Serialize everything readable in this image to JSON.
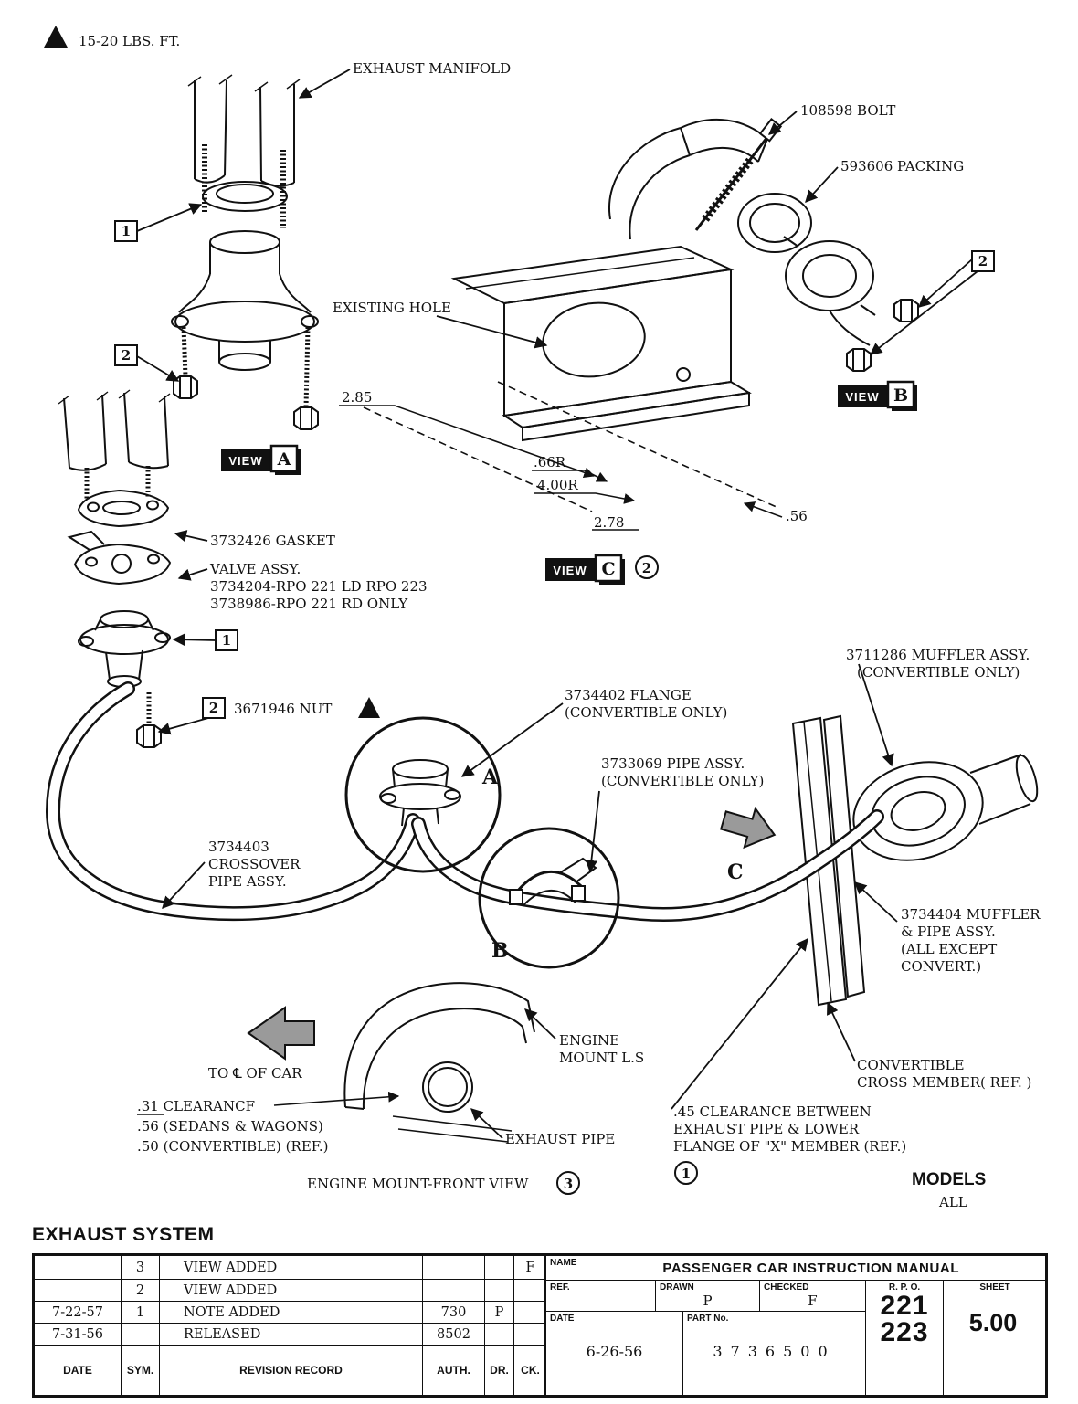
{
  "colors": {
    "ink": "#111111",
    "paper": "#ffffff",
    "arrow_gray": "#9a9a9a"
  },
  "meta": {
    "heading": "EXHAUST SYSTEM",
    "models_label": "MODELS",
    "models_value": "ALL"
  },
  "nums": {
    "one": "1",
    "two": "2",
    "three": "3"
  },
  "views": {
    "view_word": "VIEW",
    "a": "A",
    "b": "B",
    "c": "C"
  },
  "detail": {
    "a": "A",
    "b": "B",
    "c": "C"
  },
  "labels": {
    "torque": "15-20 LBS. FT.",
    "exhaust_manifold": "EXHAUST MANIFOLD",
    "bolt": "108598 BOLT",
    "packing": "593606 PACKING",
    "existing_hole": "EXISTING HOLE",
    "gasket": "3732426 GASKET",
    "valve_assy_1": "VALVE ASSY.",
    "valve_assy_2": "3734204-RPO 221 LD RPO 223",
    "valve_assy_3": "3738986-RPO 221 RD ONLY",
    "nut": "3671946 NUT",
    "muffler_conv_1": "3711286 MUFFLER ASSY.",
    "muffler_conv_2": "(CONVERTIBLE ONLY)",
    "flange_1": "3734402 FLANGE",
    "flange_2": "(CONVERTIBLE ONLY)",
    "pipe_conv_1": "3733069 PIPE ASSY.",
    "pipe_conv_2": "(CONVERTIBLE ONLY)",
    "crossover_1": "3734403",
    "crossover_2": "CROSSOVER",
    "crossover_3": "PIPE ASSY.",
    "muffler_pipe_1": "3734404 MUFFLER",
    "muffler_pipe_2": "& PIPE ASSY.",
    "muffler_pipe_3": "(ALL EXCEPT",
    "muffler_pipe_4": "CONVERT.)",
    "cross_member_1": "CONVERTIBLE",
    "cross_member_2": "CROSS MEMBER( REF. )",
    "to_cl": "TO ℄ OF CAR",
    "engine_mount_1": "ENGINE",
    "engine_mount_2": "MOUNT L.S",
    "clr31": ".31 CLEARANCF",
    "clr56": ".56 (SEDANS & WAGONS)",
    "clr50": ".50 (CONVERTIBLE) (REF.)",
    "exhaust_pipe": "EXHAUST PIPE",
    "engine_mount_front": "ENGINE MOUNT-FRONT VIEW",
    "clr45_1": ".45 CLEARANCE BETWEEN",
    "clr45_2": "EXHAUST PIPE & LOWER",
    "clr45_3": "FLANGE OF \"X\" MEMBER (REF.)"
  },
  "dims": {
    "d285": "2.85",
    "d66r": ".66R",
    "d400r": "4.00R",
    "d278": "2.78",
    "d56": ".56"
  },
  "revision": {
    "headers": {
      "date": "DATE",
      "sym": "SYM.",
      "record": "REVISION RECORD",
      "auth": "AUTH.",
      "dr": "DR.",
      "ck": "CK."
    },
    "rows": [
      {
        "date": "",
        "sym": "3",
        "record": "VIEW ADDED",
        "auth": "",
        "dr": "",
        "ck": "F"
      },
      {
        "date": "",
        "sym": "2",
        "record": "VIEW ADDED",
        "auth": "",
        "dr": "",
        "ck": ""
      },
      {
        "date": "7-22-57",
        "sym": "1",
        "record": "NOTE ADDED",
        "auth": "730",
        "dr": "P",
        "ck": ""
      },
      {
        "date": "7-31-56",
        "sym": "",
        "record": "RELEASED",
        "auth": "8502",
        "dr": "",
        "ck": ""
      }
    ]
  },
  "title_block": {
    "name_label": "NAME",
    "name_value": "PASSENGER CAR INSTRUCTION MANUAL",
    "ref_label": "REF.",
    "drawn_label": "DRAWN",
    "drawn_value": "P",
    "checked_label": "CHECKED",
    "checked_value": "F",
    "date_label": "DATE",
    "date_value": "6-26-56",
    "part_label": "PART No.",
    "part_value": "3736500",
    "rpo_label": "R. P. O.",
    "rpo_1": "221",
    "rpo_2": "223",
    "sheet_label": "SHEET",
    "sheet_value": "5.00"
  }
}
